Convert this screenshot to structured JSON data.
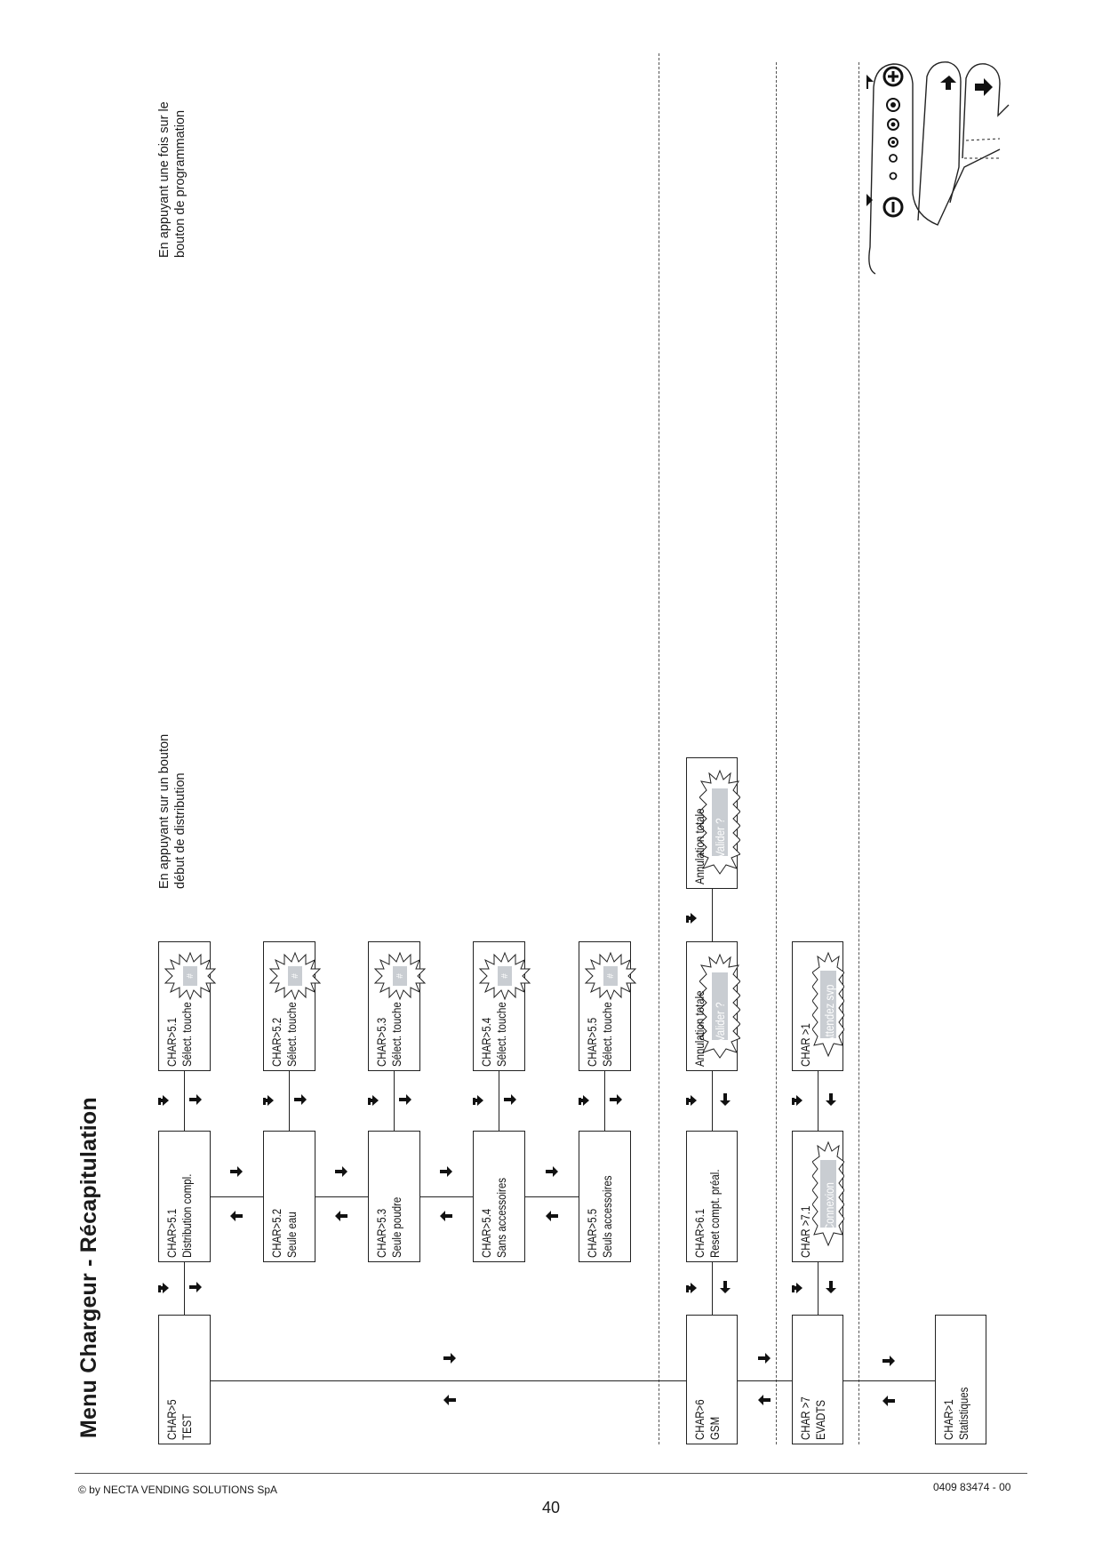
{
  "title": "Menu Chargeur - Récapitulation",
  "notes": {
    "distribution": [
      "En appuyant sur un bouton",
      "début de distribution"
    ],
    "programming": [
      "En appuyant une fois sur le",
      "bouton de programmation"
    ]
  },
  "menus": {
    "char5": [
      "CHAR>5",
      "TEST"
    ],
    "char6": [
      "CHAR>6",
      "GSM"
    ],
    "char7": [
      "CHAR >7",
      "EVADTS"
    ],
    "char1": [
      "CHAR>1",
      "Statistiques"
    ]
  },
  "test_items": [
    {
      "sub": [
        "CHAR>5.1",
        "Distribution compl."
      ],
      "select": [
        "CHAR>5.1",
        "Sélect. touche"
      ]
    },
    {
      "sub": [
        "CHAR>5.2",
        "Seule eau"
      ],
      "select": [
        "CHAR>5.2",
        "Sélect. touche"
      ]
    },
    {
      "sub": [
        "CHAR>5.3",
        "Seule poudre"
      ],
      "select": [
        "CHAR>5.3",
        "Sélect. touche"
      ]
    },
    {
      "sub": [
        "CHAR>5.4",
        "Sans accessoires"
      ],
      "select": [
        "CHAR>5.4",
        "Sélect. touche"
      ]
    },
    {
      "sub": [
        "CHAR>5.5",
        "Seuls accessoires"
      ],
      "select": [
        "CHAR>5.5",
        "Sélect. touche"
      ]
    }
  ],
  "hash_symbol": "#",
  "gsm": {
    "sub": [
      "CHAR>6.1",
      "Reset compt. préal."
    ],
    "confirm1_label": "Annulation totale",
    "confirm1_prompt": "Valider ?",
    "confirm2_label": "Annulation totale",
    "confirm2_prompt": "Valider ?"
  },
  "evadts": {
    "sub_label": "CHAR >7.1",
    "sub_prompt": "Connexion",
    "wait_label": "CHAR >1",
    "wait_prompt": "Attendez svp"
  },
  "footer": {
    "copyright": "© by NECTA VENDING SOLUTIONS SpA",
    "code": "0409 83474 - 00",
    "page": "40"
  },
  "icons": [
    "arrow-right-icon",
    "arrow-left-icon",
    "arrow-down-icon",
    "enter-icon",
    "starburst-icon",
    "keypad-hand-icon"
  ],
  "colors": {
    "line": "#222222",
    "burst_fill": "#c9cdd2",
    "dash": "#555555"
  }
}
